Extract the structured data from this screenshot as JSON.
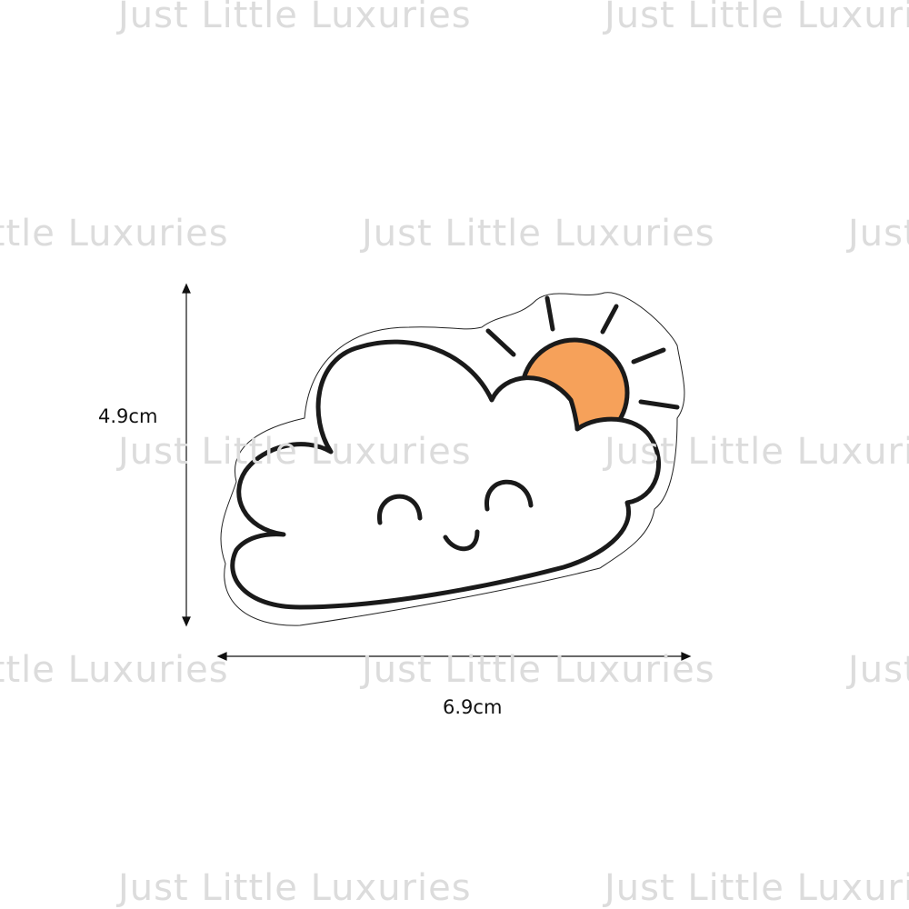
{
  "watermark": {
    "text": "Just Little Luxuries"
  },
  "dimensions": {
    "height_label": "4.9cm",
    "width_label": "6.9cm"
  },
  "colors": {
    "sun": "#f6a15a",
    "outline": "#1a1a1a",
    "watermark": "#dcdcdc"
  }
}
